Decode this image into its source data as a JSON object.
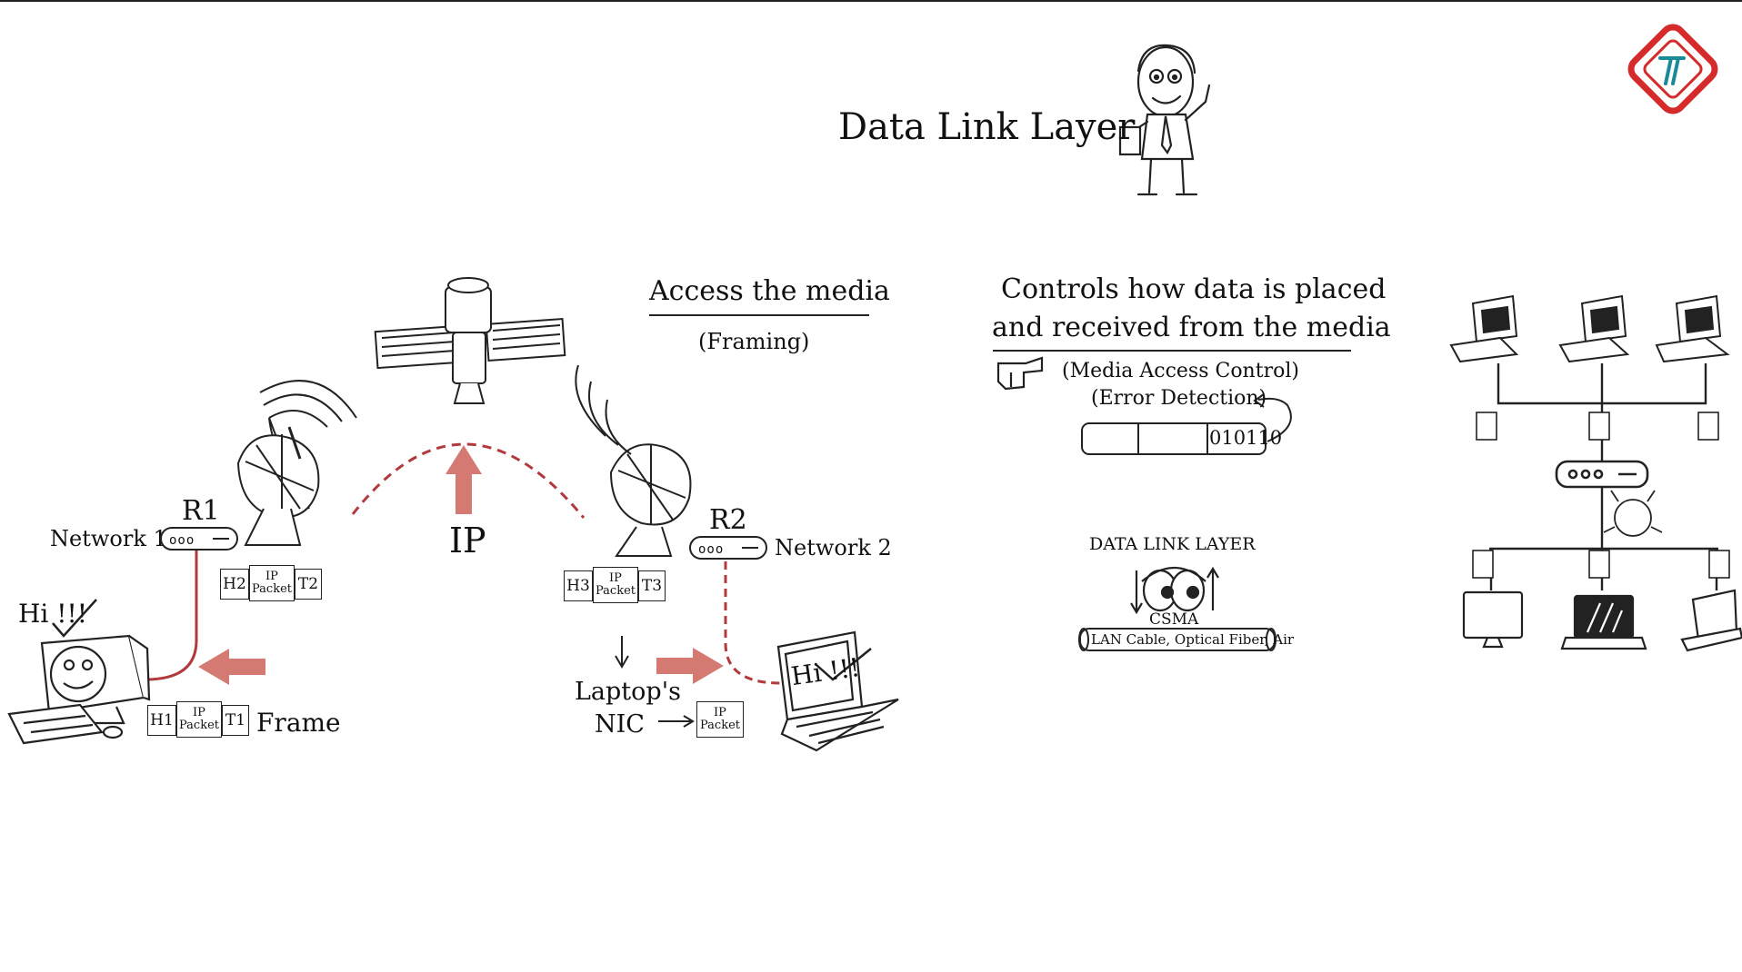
{
  "title": "Data Link Layer",
  "access": {
    "heading": "Access the media",
    "sub": "(Framing)"
  },
  "controls": {
    "line1": "Controls how data is placed",
    "line2": "and received from the media",
    "mac": "(Media Access Control)",
    "error": "(Error Detection)",
    "bits": "010110"
  },
  "dll": {
    "label": "DATA LINK LAYER",
    "csma": "CSMA",
    "media": "LAN Cable, Optical Fiber, Air"
  },
  "network": {
    "network1": "Network 1",
    "network2": "Network 2",
    "r1": "R1",
    "r2": "R2",
    "ip": "IP",
    "hi_left": "Hi !!!",
    "hi_right": "Hi !!!",
    "frame_label": "Frame",
    "laptop_nic_1": "Laptop's",
    "laptop_nic_2": "NIC",
    "frames": {
      "left": {
        "head": "H1",
        "body_1": "IP",
        "body_2": "Packet",
        "tail": "T1"
      },
      "r1": {
        "head": "H2",
        "body_1": "IP",
        "body_2": "Packet",
        "tail": "T2"
      },
      "r2": {
        "head": "H3",
        "body_1": "IP",
        "body_2": "Packet",
        "tail": "T3"
      },
      "nic": {
        "body_1": "IP",
        "body_2": "Packet"
      }
    }
  },
  "colors": {
    "accent": "#b03a3e",
    "arrow": "#d47a72",
    "ink": "#111111",
    "logo": "#d62b2b"
  }
}
